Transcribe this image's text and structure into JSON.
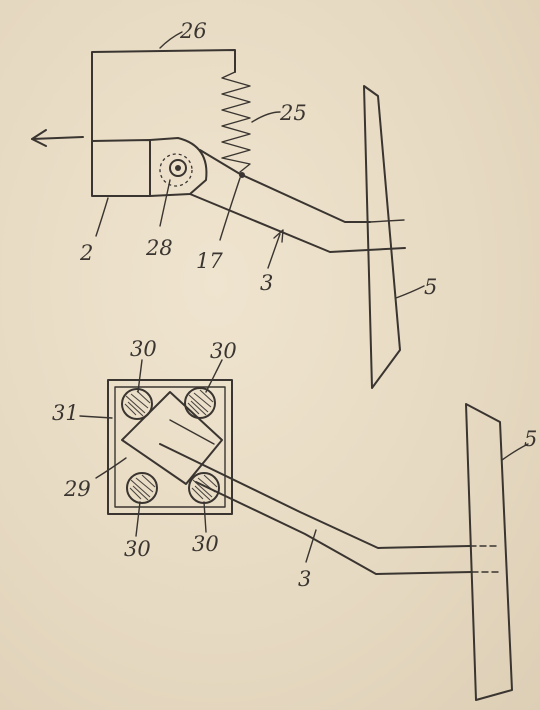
{
  "figure": {
    "top": {
      "labels": {
        "pedal_arm": "3",
        "pedal_plate": "5",
        "housing": "2",
        "bracket": "26",
        "spring": "25",
        "pivot": "28",
        "spring_anchor": "17"
      }
    },
    "bottom": {
      "labels": {
        "pedal_arm": "3",
        "pedal_plate": "5",
        "frame": "31",
        "hub": "29",
        "roller_tl": "30",
        "roller_tr": "30",
        "roller_bl": "30",
        "roller_br": "30"
      }
    }
  }
}
